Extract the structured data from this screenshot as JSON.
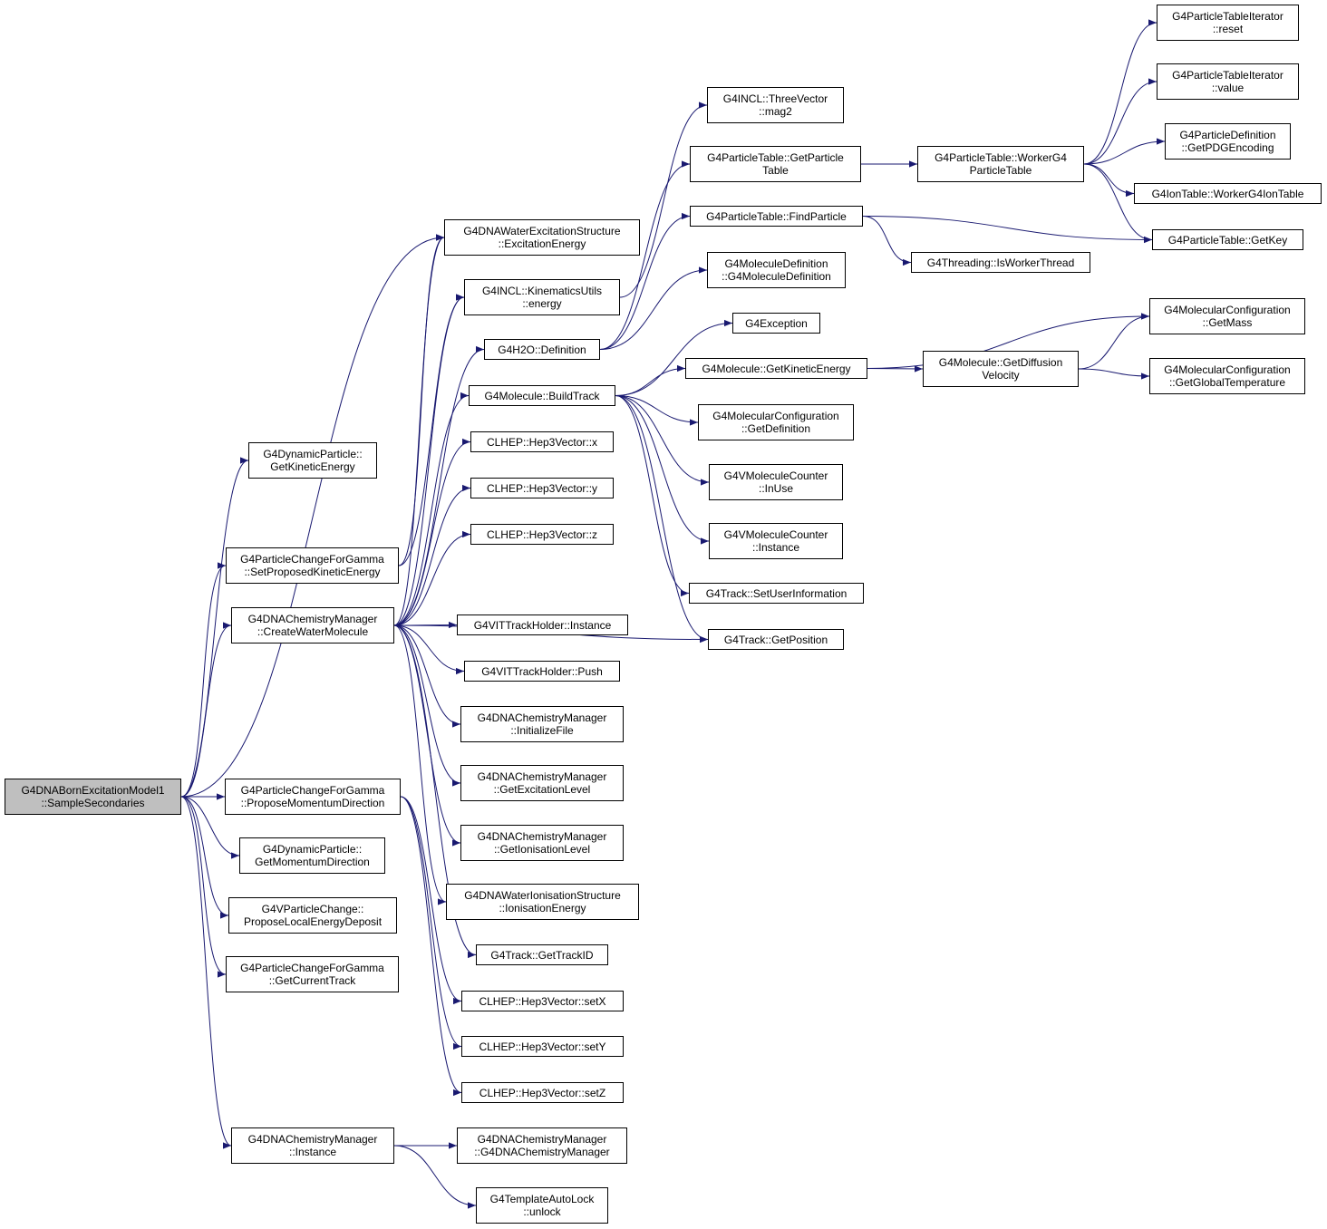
{
  "colors": {
    "edge": "#191970",
    "root_fill": "#bfbfbf",
    "node_fill": "#ffffff",
    "border": "#000000"
  },
  "nodes": [
    {
      "id": "root",
      "lines": [
        "G4DNABornExcitationModel1",
        "::SampleSecondaries"
      ],
      "root": true
    },
    {
      "id": "dp_getke",
      "lines": [
        "G4DynamicParticle::",
        "GetKineticEnergy"
      ]
    },
    {
      "id": "pcfg_setpke",
      "lines": [
        "G4ParticleChangeForGamma",
        "::SetProposedKineticEnergy"
      ]
    },
    {
      "id": "dcm_cwm",
      "lines": [
        "G4DNAChemistryManager",
        "::CreateWaterMolecule"
      ]
    },
    {
      "id": "pcfg_pmd",
      "lines": [
        "G4ParticleChangeForGamma",
        "::ProposeMomentumDirection"
      ]
    },
    {
      "id": "dp_getmd",
      "lines": [
        "G4DynamicParticle::",
        "GetMomentumDirection"
      ]
    },
    {
      "id": "vpc_plde",
      "lines": [
        "G4VParticleChange::",
        "ProposeLocalEnergyDeposit"
      ]
    },
    {
      "id": "pcfg_gct",
      "lines": [
        "G4ParticleChangeForGamma",
        "::GetCurrentTrack"
      ]
    },
    {
      "id": "dcm_inst",
      "lines": [
        "G4DNAChemistryManager",
        "::Instance"
      ]
    },
    {
      "id": "wes_ee",
      "lines": [
        "G4DNAWaterExcitationStructure",
        "::ExcitationEnergy"
      ]
    },
    {
      "id": "incl_ku",
      "lines": [
        "G4INCL::KinematicsUtils",
        "::energy"
      ]
    },
    {
      "id": "h2o_def",
      "lines": [
        "G4H2O::Definition"
      ]
    },
    {
      "id": "mol_bt",
      "lines": [
        "G4Molecule::BuildTrack"
      ]
    },
    {
      "id": "h3_x",
      "lines": [
        "CLHEP::Hep3Vector::x"
      ]
    },
    {
      "id": "h3_y",
      "lines": [
        "CLHEP::Hep3Vector::y"
      ]
    },
    {
      "id": "h3_z",
      "lines": [
        "CLHEP::Hep3Vector::z"
      ]
    },
    {
      "id": "vit_inst",
      "lines": [
        "G4VITTrackHolder::Instance"
      ]
    },
    {
      "id": "vit_push",
      "lines": [
        "G4VITTrackHolder::Push"
      ]
    },
    {
      "id": "dcm_initf",
      "lines": [
        "G4DNAChemistryManager",
        "::InitializeFile"
      ]
    },
    {
      "id": "dcm_gel",
      "lines": [
        "G4DNAChemistryManager",
        "::GetExcitationLevel"
      ]
    },
    {
      "id": "dcm_gil",
      "lines": [
        "G4DNAChemistryManager",
        "::GetIonisationLevel"
      ]
    },
    {
      "id": "wis_ie",
      "lines": [
        "G4DNAWaterIonisationStructure",
        "::IonisationEnergy"
      ]
    },
    {
      "id": "trk_gtid",
      "lines": [
        "G4Track::GetTrackID"
      ]
    },
    {
      "id": "h3_setx",
      "lines": [
        "CLHEP::Hep3Vector::setX"
      ]
    },
    {
      "id": "h3_sety",
      "lines": [
        "CLHEP::Hep3Vector::setY"
      ]
    },
    {
      "id": "h3_setz",
      "lines": [
        "CLHEP::Hep3Vector::setZ"
      ]
    },
    {
      "id": "dcm_ctor",
      "lines": [
        "G4DNAChemistryManager",
        "::G4DNAChemistryManager"
      ]
    },
    {
      "id": "tal_unlock",
      "lines": [
        "G4TemplateAutoLock",
        "::unlock"
      ]
    },
    {
      "id": "incl_tv_mag2",
      "lines": [
        "G4INCL::ThreeVector",
        "::mag2"
      ]
    },
    {
      "id": "pt_gpt",
      "lines": [
        "G4ParticleTable::GetParticle",
        "Table"
      ]
    },
    {
      "id": "pt_fp",
      "lines": [
        "G4ParticleTable::FindParticle"
      ]
    },
    {
      "id": "md_ctor",
      "lines": [
        "G4MoleculeDefinition",
        "::G4MoleculeDefinition"
      ]
    },
    {
      "id": "g4exc",
      "lines": [
        "G4Exception"
      ]
    },
    {
      "id": "mol_gke",
      "lines": [
        "G4Molecule::GetKineticEnergy"
      ]
    },
    {
      "id": "mc_gdef",
      "lines": [
        "G4MolecularConfiguration",
        "::GetDefinition"
      ]
    },
    {
      "id": "vmc_inuse",
      "lines": [
        "G4VMoleculeCounter",
        "::InUse"
      ]
    },
    {
      "id": "vmc_inst",
      "lines": [
        "G4VMoleculeCounter",
        "::Instance"
      ]
    },
    {
      "id": "trk_sui",
      "lines": [
        "G4Track::SetUserInformation"
      ]
    },
    {
      "id": "trk_gpos",
      "lines": [
        "G4Track::GetPosition"
      ]
    },
    {
      "id": "pt_wg4pt",
      "lines": [
        "G4ParticleTable::WorkerG4",
        "ParticleTable"
      ]
    },
    {
      "id": "thr_iwt",
      "lines": [
        "G4Threading::IsWorkerThread"
      ]
    },
    {
      "id": "mol_gdv",
      "lines": [
        "G4Molecule::GetDiffusion",
        "Velocity"
      ]
    },
    {
      "id": "pti_reset",
      "lines": [
        "G4ParticleTableIterator",
        "::reset"
      ]
    },
    {
      "id": "pti_value",
      "lines": [
        "G4ParticleTableIterator",
        "::value"
      ]
    },
    {
      "id": "pd_gpdg",
      "lines": [
        "G4ParticleDefinition",
        "::GetPDGEncoding"
      ]
    },
    {
      "id": "it_wg4it",
      "lines": [
        "G4IonTable::WorkerG4IonTable"
      ]
    },
    {
      "id": "pt_gkey",
      "lines": [
        "G4ParticleTable::GetKey"
      ]
    },
    {
      "id": "mc_gmass",
      "lines": [
        "G4MolecularConfiguration",
        "::GetMass"
      ]
    },
    {
      "id": "mc_ggt",
      "lines": [
        "G4MolecularConfiguration",
        "::GetGlobalTemperature"
      ]
    }
  ],
  "edges": [
    [
      "root",
      "dp_getke"
    ],
    [
      "root",
      "pcfg_setpke"
    ],
    [
      "root",
      "dcm_cwm"
    ],
    [
      "root",
      "pcfg_pmd"
    ],
    [
      "root",
      "dp_getmd"
    ],
    [
      "root",
      "vpc_plde"
    ],
    [
      "root",
      "pcfg_gct"
    ],
    [
      "root",
      "dcm_inst"
    ],
    [
      "root",
      "wes_ee"
    ],
    [
      "pcfg_setpke",
      "wes_ee"
    ],
    [
      "pcfg_setpke",
      "incl_ku"
    ],
    [
      "dcm_cwm",
      "wes_ee"
    ],
    [
      "dcm_cwm",
      "incl_ku"
    ],
    [
      "dcm_cwm",
      "h2o_def"
    ],
    [
      "dcm_cwm",
      "mol_bt"
    ],
    [
      "dcm_cwm",
      "h3_x"
    ],
    [
      "dcm_cwm",
      "h3_y"
    ],
    [
      "dcm_cwm",
      "h3_z"
    ],
    [
      "dcm_cwm",
      "trk_gpos"
    ],
    [
      "dcm_cwm",
      "vit_inst"
    ],
    [
      "dcm_cwm",
      "vit_push"
    ],
    [
      "dcm_cwm",
      "dcm_initf"
    ],
    [
      "dcm_cwm",
      "dcm_gel"
    ],
    [
      "dcm_cwm",
      "dcm_gil"
    ],
    [
      "dcm_cwm",
      "wis_ie"
    ],
    [
      "dcm_cwm",
      "trk_gtid"
    ],
    [
      "pcfg_pmd",
      "h3_setx"
    ],
    [
      "pcfg_pmd",
      "h3_sety"
    ],
    [
      "pcfg_pmd",
      "h3_setz"
    ],
    [
      "dcm_inst",
      "dcm_ctor"
    ],
    [
      "dcm_inst",
      "tal_unlock"
    ],
    [
      "incl_ku",
      "incl_tv_mag2"
    ],
    [
      "h2o_def",
      "pt_gpt"
    ],
    [
      "h2o_def",
      "pt_fp"
    ],
    [
      "h2o_def",
      "md_ctor"
    ],
    [
      "mol_bt",
      "g4exc"
    ],
    [
      "mol_bt",
      "mol_gke"
    ],
    [
      "mol_bt",
      "mc_gdef"
    ],
    [
      "mol_bt",
      "vmc_inuse"
    ],
    [
      "mol_bt",
      "vmc_inst"
    ],
    [
      "mol_bt",
      "trk_sui"
    ],
    [
      "mol_bt",
      "trk_gpos"
    ],
    [
      "pt_gpt",
      "pt_wg4pt"
    ],
    [
      "pt_fp",
      "pt_gkey"
    ],
    [
      "pt_fp",
      "thr_iwt"
    ],
    [
      "pt_wg4pt",
      "pti_reset"
    ],
    [
      "pt_wg4pt",
      "pti_value"
    ],
    [
      "pt_wg4pt",
      "pd_gpdg"
    ],
    [
      "pt_wg4pt",
      "it_wg4it"
    ],
    [
      "pt_wg4pt",
      "pt_gkey"
    ],
    [
      "mol_gke",
      "mol_gdv"
    ],
    [
      "mol_gke",
      "mc_gmass"
    ],
    [
      "mol_gdv",
      "mc_gmass"
    ],
    [
      "mol_gdv",
      "mc_ggt"
    ]
  ]
}
